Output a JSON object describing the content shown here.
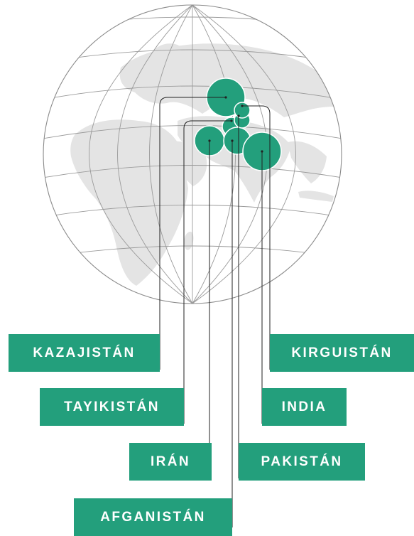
{
  "colors": {
    "accent": "#239f7c",
    "land": "#e4e4e4",
    "grid": "#9a9a9a",
    "leader": "#222222",
    "label_text": "#ffffff"
  },
  "countries": [
    {
      "id": "kazajistan",
      "name": "KAZAJISTÁN"
    },
    {
      "id": "kirguistan",
      "name": "KIRGUISTÁN"
    },
    {
      "id": "tayikistan",
      "name": "TAYIKISTÁN"
    },
    {
      "id": "india",
      "name": "INDIA"
    },
    {
      "id": "iran",
      "name": "IRÁN"
    },
    {
      "id": "pakistan",
      "name": "PAKISTÁN"
    },
    {
      "id": "afganistan",
      "name": "AFGANISTÁN"
    }
  ]
}
